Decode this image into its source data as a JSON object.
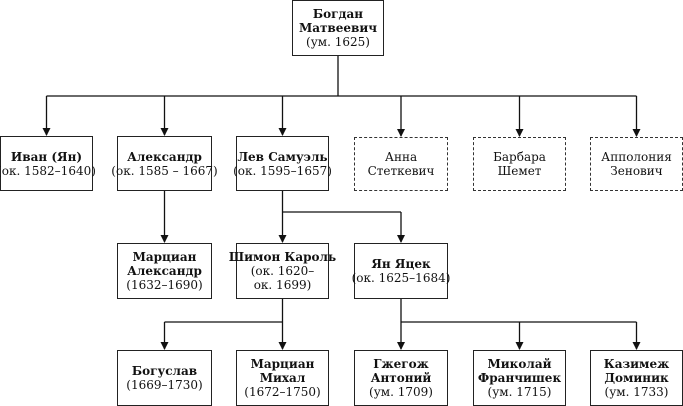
{
  "nodes": {
    "bogdan": {
      "name": [
        "Богдан",
        "Матвеевич"
      ],
      "dates": "(ум. 1625)",
      "dashed": false
    },
    "ivan": {
      "name": [
        "Иван (Ян)"
      ],
      "dates": "(ок. 1582–1640)",
      "dashed": false
    },
    "alexandr": {
      "name": [
        "Александр"
      ],
      "dates": "(ок. 1585 – 1667)",
      "dashed": false
    },
    "lev": {
      "name": [
        "Лев Самуэль"
      ],
      "dates": "(ок. 1595–1657)",
      "dashed": false
    },
    "anna": {
      "name": [
        "Анна",
        "Стеткевич"
      ],
      "dates": "",
      "dashed": true
    },
    "barbara": {
      "name": [
        "Барбара",
        "Шемет"
      ],
      "dates": "",
      "dashed": true
    },
    "appolonia": {
      "name": [
        "Апполония",
        "Зенович"
      ],
      "dates": "",
      "dashed": true
    },
    "marcian_a": {
      "name": [
        "Марциан",
        "Александр"
      ],
      "dates": "(1632–1690)",
      "dashed": false
    },
    "shimon": {
      "name": [
        "Шимон Кароль"
      ],
      "dates": "(ок. 1620–",
      "dates2": "ок. 1699)",
      "dashed": false
    },
    "yan": {
      "name": [
        "Ян Яцек"
      ],
      "dates": "(ок. 1625–1684)",
      "dashed": false
    },
    "boguslav": {
      "name": [
        "Богуслав"
      ],
      "dates": "(1669–1730)",
      "dashed": false
    },
    "marcian_m": {
      "name": [
        "Марциан",
        "Михал"
      ],
      "dates": "(1672–1750)",
      "dashed": false
    },
    "gzhegozh": {
      "name": [
        "Гжегож",
        "Антоний"
      ],
      "dates": "(ум. 1709)",
      "dashed": false
    },
    "mikolaj": {
      "name": [
        "Миколай",
        "Франчишек"
      ],
      "dates": "(ум. 1715)",
      "dashed": false
    },
    "kazimezh": {
      "name": [
        "Казимеж",
        "Доминик"
      ],
      "dates": "(ум. 1733)",
      "dashed": false
    }
  },
  "edges": [
    {
      "from": "bogdan",
      "to": [
        "ivan",
        "alexandr",
        "lev",
        "anna",
        "barbara",
        "appolonia"
      ]
    },
    {
      "from": "alexandr",
      "to": [
        "marcian_a"
      ]
    },
    {
      "from": "lev",
      "to": [
        "shimon",
        "yan"
      ]
    },
    {
      "from": "shimon",
      "to": [
        "boguslav",
        "marcian_m"
      ]
    },
    {
      "from": "yan",
      "to": [
        "gzhegozh",
        "mikolaj",
        "kazimezh"
      ]
    }
  ]
}
